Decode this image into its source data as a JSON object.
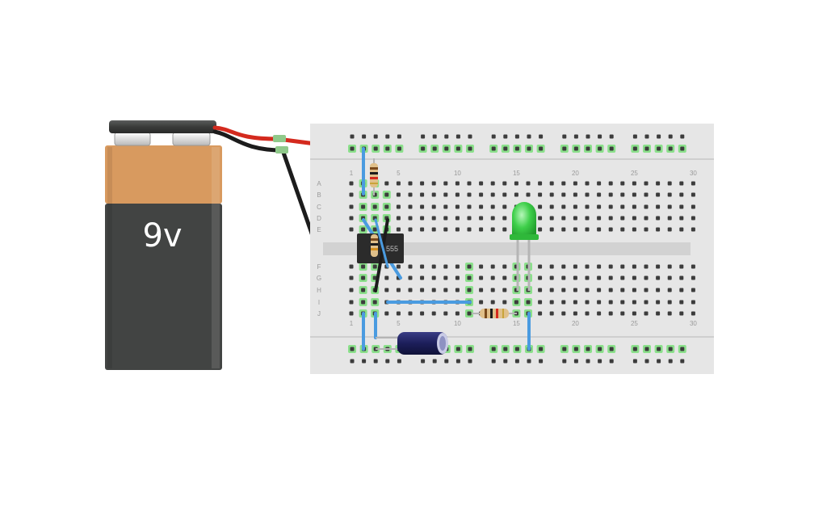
{
  "battery": {
    "label": "9v",
    "colors": {
      "top": "#d89a5f",
      "body": "#424443",
      "cap": "#3a3b3a"
    }
  },
  "breadboard": {
    "columns": 30,
    "row_letters_top": [
      "A",
      "B",
      "C",
      "D",
      "E"
    ],
    "row_letters_bottom": [
      "F",
      "G",
      "H",
      "I",
      "J"
    ],
    "column_numbers": [
      "1",
      "5",
      "10",
      "15",
      "20",
      "25",
      "30"
    ],
    "colors": {
      "board": "#e6e6e6",
      "hole": "#3c3c3c",
      "connected": "#8be08b"
    }
  },
  "components": {
    "chip_label": "555",
    "led_color": "#3ecf4a",
    "wire_colors": {
      "positive": "#d42a1e",
      "negative": "#1c1c1c",
      "jumper": "#4a9be0"
    },
    "capacitor_color": "#1c1e5a"
  }
}
